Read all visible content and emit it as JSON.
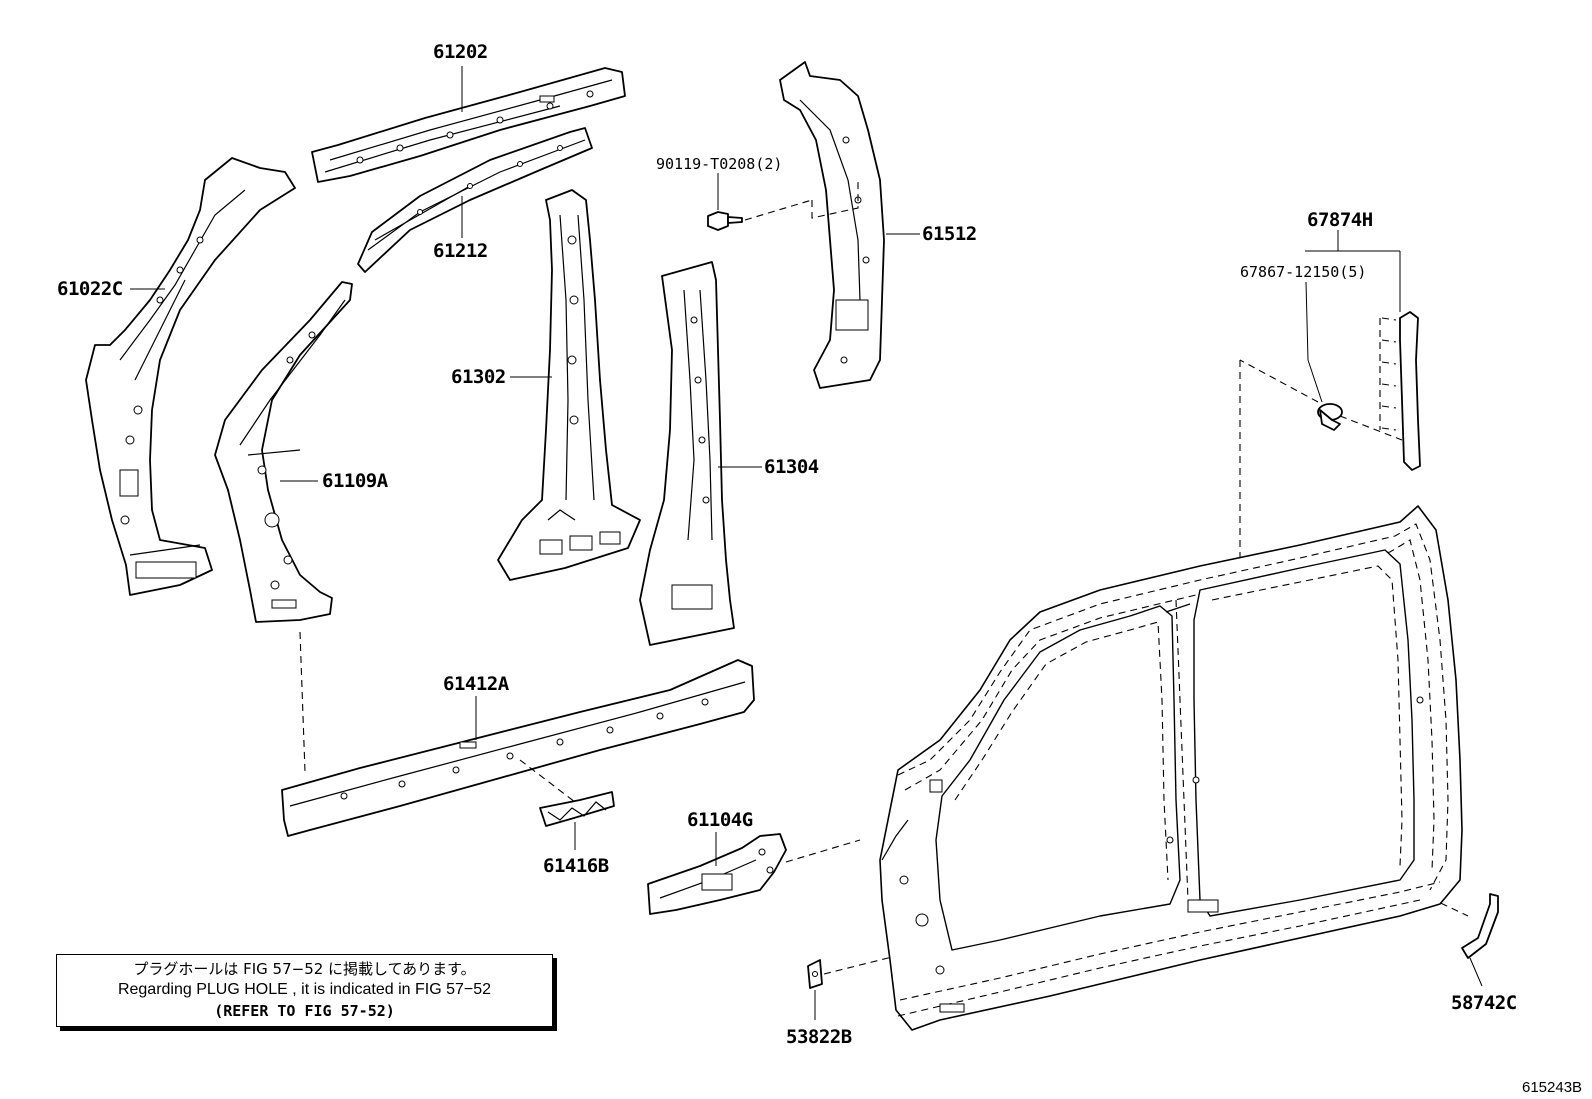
{
  "parts": {
    "p61202": "61202",
    "p61212": "61212",
    "p61022C": "61022C",
    "p61302": "61302",
    "p61109A": "61109A",
    "p61304": "61304",
    "p61512": "61512",
    "p90119": "90119-T0208(2)",
    "p67874H": "67874H",
    "p67867": "67867-12150(5)",
    "p61412A": "61412A",
    "p61416B": "61416B",
    "p61104G": "61104G",
    "p53822B": "53822B",
    "p58742C": "58742C"
  },
  "note": {
    "line1": "プラグホールは FIG  57−52 に掲載してあります。",
    "line2": "Regarding  PLUG  HOLE , it is indicated in FIG  57−52",
    "line3": "(REFER TO FIG 57-52)"
  },
  "figure_number": "615243B"
}
